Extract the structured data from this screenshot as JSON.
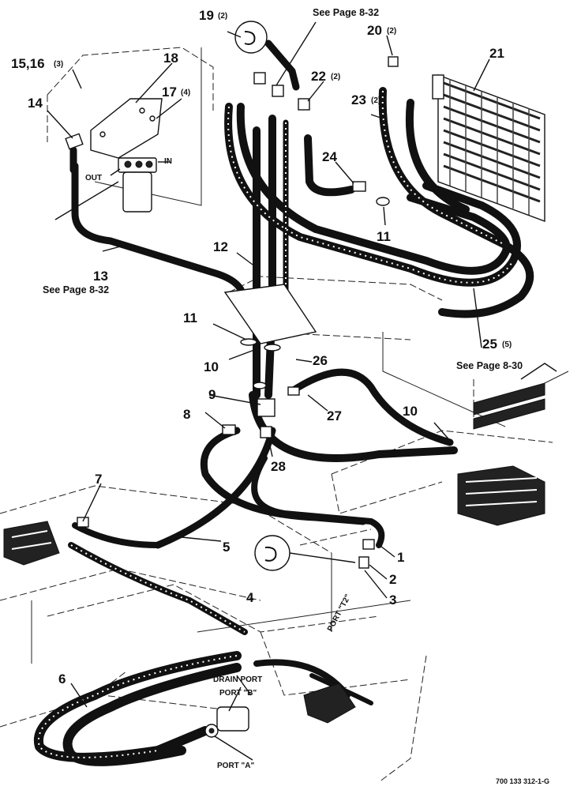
{
  "callouts": {
    "c1": "1",
    "c2": "2",
    "c3": "3",
    "c4": "4",
    "c5": "5",
    "c6": "6",
    "c7": "7",
    "c8": "8",
    "c9": "9",
    "c10a": "10",
    "c10b": "10",
    "c11a": "11",
    "c11b": "11",
    "c12": "12",
    "c13": "13",
    "c14": "14",
    "c15_16": "15,16",
    "c17": "17",
    "c18": "18",
    "c19": "19",
    "c20": "20",
    "c21": "21",
    "c22": "22",
    "c23": "23",
    "c24": "24",
    "c25": "25",
    "c26": "26",
    "c27": "27",
    "c28": "28"
  },
  "quantities": {
    "q15_16": "(3)",
    "q17": "(4)",
    "q19": "(2)",
    "q20": "(2)",
    "q22": "(2)",
    "q23": "(2)",
    "q25": "(5)"
  },
  "page_refs": {
    "ref_top": "See Page 8-32",
    "ref_filter": "See Page 8-32",
    "ref_pump": "See Page 8-30"
  },
  "port_labels": {
    "out": "OUT",
    "in": "IN",
    "port_t2": "PORT \"T2\"",
    "drain_port": "DRAIN PORT",
    "port_b": "PORT \"B\"",
    "port_a": "PORT \"A\""
  },
  "drawing_number": "700 133 312-1-G"
}
